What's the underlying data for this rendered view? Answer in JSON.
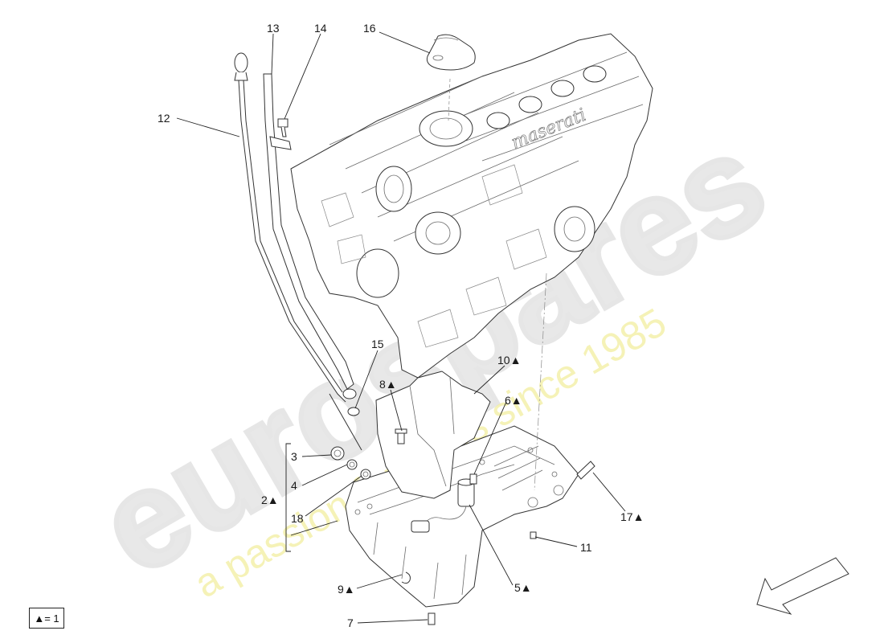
{
  "watermark": {
    "brand": "eurospares",
    "tagline": "a passion for parts since 1985"
  },
  "callouts": [
    {
      "id": "c12",
      "label": "12"
    },
    {
      "id": "c13",
      "label": "13"
    },
    {
      "id": "c14",
      "label": "14"
    },
    {
      "id": "c16",
      "label": "16"
    },
    {
      "id": "c15",
      "label": "15"
    },
    {
      "id": "c10",
      "label": "10▲"
    },
    {
      "id": "c8",
      "label": "8▲"
    },
    {
      "id": "c6",
      "label": "6▲"
    },
    {
      "id": "c3",
      "label": "3"
    },
    {
      "id": "c4",
      "label": "4"
    },
    {
      "id": "c2",
      "label": "2▲"
    },
    {
      "id": "c18",
      "label": "18"
    },
    {
      "id": "c17",
      "label": "17▲"
    },
    {
      "id": "c11",
      "label": "11"
    },
    {
      "id": "c9",
      "label": "9▲"
    },
    {
      "id": "c5",
      "label": "5▲"
    },
    {
      "id": "c7",
      "label": "7"
    }
  ],
  "legend": {
    "text": "▲= 1"
  },
  "colors": {
    "line": "#222222",
    "watermark_grey": "#e8e8e8",
    "watermark_yellow": "#f2eea0"
  }
}
